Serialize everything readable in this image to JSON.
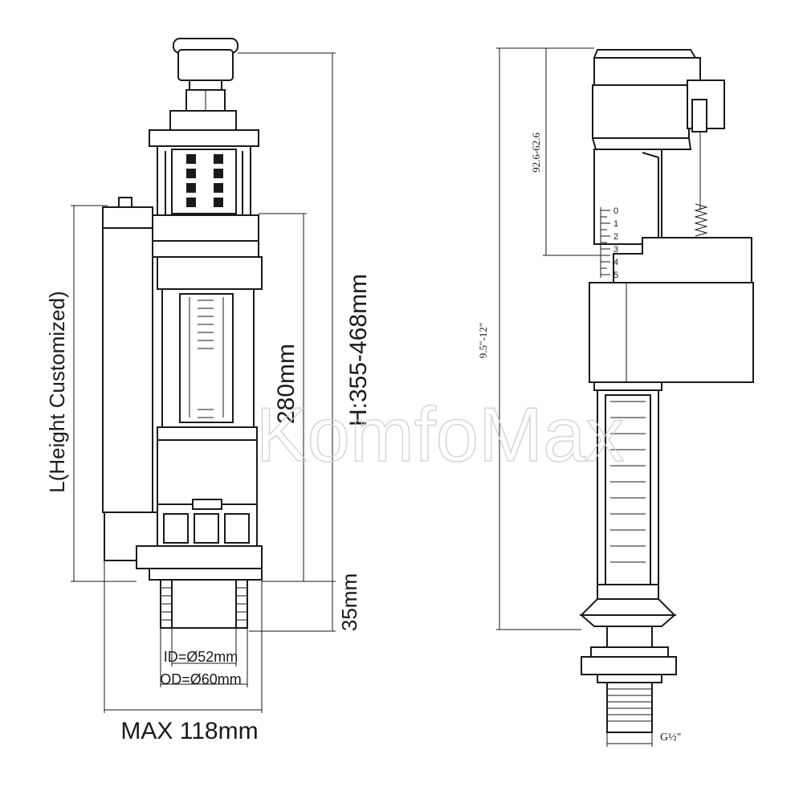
{
  "left_view": {
    "label_length": "L(Height Customized)",
    "label_height_range": "H:355-468mm",
    "label_inner_height": "280mm",
    "label_base_height": "35mm",
    "label_inner_diameter": "ID=Ø52mm",
    "label_outer_diameter": "OD=Ø60mm",
    "label_max_width": "MAX 118mm"
  },
  "right_view": {
    "label_adjust_range": "92.6-62.6",
    "label_height_inch": "9.5\"-12\"",
    "label_thread": "G½\"",
    "scale_marks": [
      "0",
      "1",
      "2",
      "3",
      "4",
      "5"
    ]
  },
  "watermark": "KomfoMax",
  "colors": {
    "line": "#1a1a1a",
    "background": "#ffffff",
    "watermark": "#d0d0d0"
  }
}
